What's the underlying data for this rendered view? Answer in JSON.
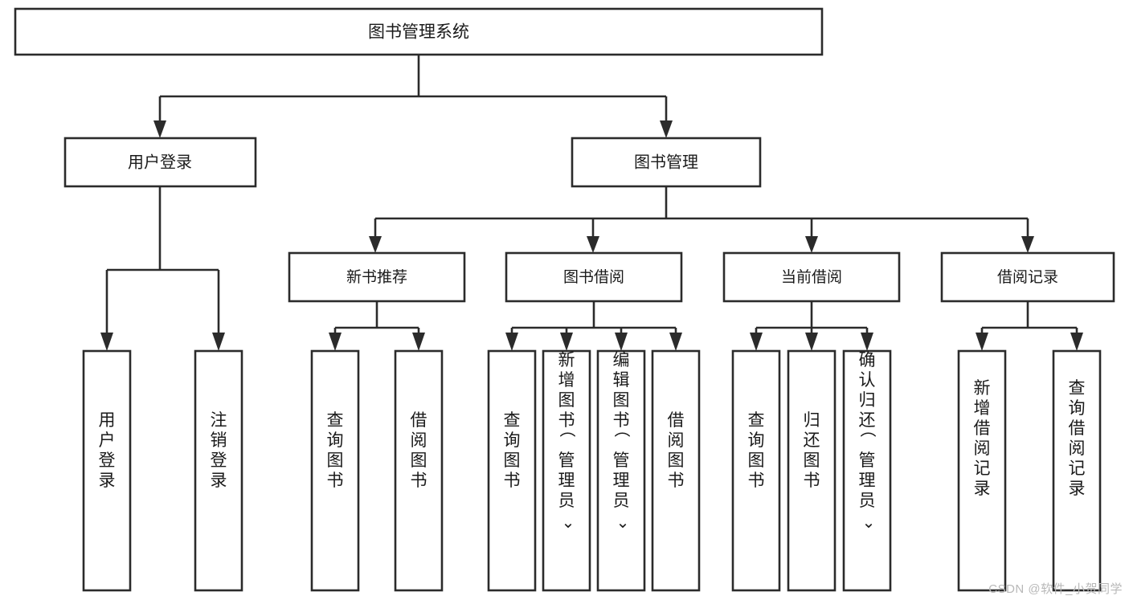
{
  "diagram": {
    "title": "图书管理系统",
    "type": "tree",
    "watermark": "CSDN @软件_小贺同学",
    "root": {
      "id": "root",
      "label": "图书管理系统",
      "level": 0
    },
    "level1": [
      {
        "id": "user-login",
        "label": "用户登录",
        "level": 1
      },
      {
        "id": "book-manage",
        "label": "图书管理",
        "level": 1
      }
    ],
    "level2": [
      {
        "id": "new-book-recommend",
        "label": "新书推荐",
        "parent": "book-manage",
        "level": 2
      },
      {
        "id": "book-borrow",
        "label": "图书借阅",
        "parent": "book-manage",
        "level": 2
      },
      {
        "id": "current-borrow",
        "label": "当前借阅",
        "parent": "book-manage",
        "level": 2
      },
      {
        "id": "borrow-record",
        "label": "借阅记录",
        "parent": "book-manage",
        "level": 2
      }
    ],
    "leaves": [
      {
        "id": "leaf-user-login",
        "label": "用户登录",
        "parent": "user-login"
      },
      {
        "id": "leaf-user-logout",
        "label": "注销登录",
        "parent": "user-login"
      },
      {
        "id": "leaf-query-book-1",
        "label": "查询图书",
        "parent": "new-book-recommend"
      },
      {
        "id": "leaf-borrow-book-1",
        "label": "借阅图书",
        "parent": "new-book-recommend"
      },
      {
        "id": "leaf-query-book-2",
        "label": "查询图书",
        "parent": "book-borrow"
      },
      {
        "id": "leaf-add-book",
        "label": "新增图书（管理员）",
        "parent": "book-borrow"
      },
      {
        "id": "leaf-edit-book",
        "label": "编辑图书（管理员）",
        "parent": "book-borrow"
      },
      {
        "id": "leaf-borrow-book-2",
        "label": "借阅图书",
        "parent": "book-borrow"
      },
      {
        "id": "leaf-query-book-3",
        "label": "查询图书",
        "parent": "current-borrow"
      },
      {
        "id": "leaf-return-book",
        "label": "归还图书",
        "parent": "current-borrow"
      },
      {
        "id": "leaf-confirm-return",
        "label": "确认归还（管理员）",
        "parent": "current-borrow"
      },
      {
        "id": "leaf-add-record",
        "label": "新增借阅记录",
        "parent": "borrow-record"
      },
      {
        "id": "leaf-query-record",
        "label": "查询借阅记录",
        "parent": "borrow-record"
      }
    ],
    "colors": {
      "box_stroke": "#2b2b2b",
      "box_fill": "#ffffff",
      "connector": "#2b2b2b",
      "text": "#1a1a1a",
      "background": "#ffffff",
      "watermark": "#b8b8b8"
    }
  }
}
